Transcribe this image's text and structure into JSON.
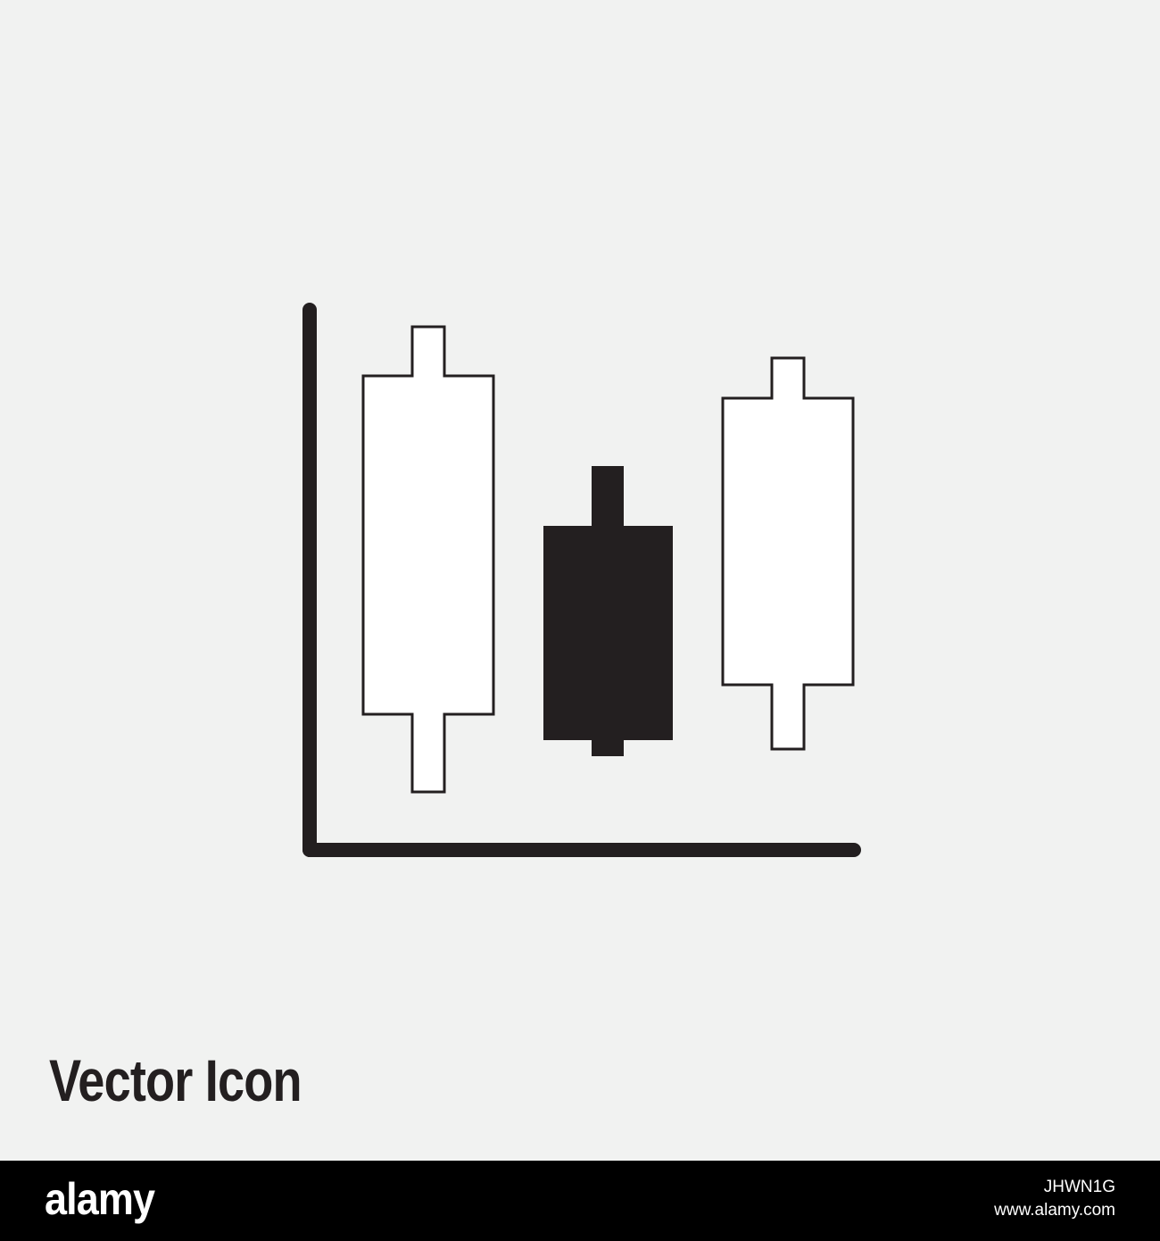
{
  "caption": "Vector Icon",
  "footer": {
    "brand": "alamy",
    "image_code": "JHWN1G",
    "website": "www.alamy.com"
  },
  "icon": {
    "name": "candlestick-chart-icon",
    "candles": [
      {
        "style": "hollow"
      },
      {
        "style": "filled"
      },
      {
        "style": "hollow"
      }
    ]
  },
  "colors": {
    "background": "#f1f2f1",
    "ink": "#231f20",
    "footer": "#000000"
  }
}
